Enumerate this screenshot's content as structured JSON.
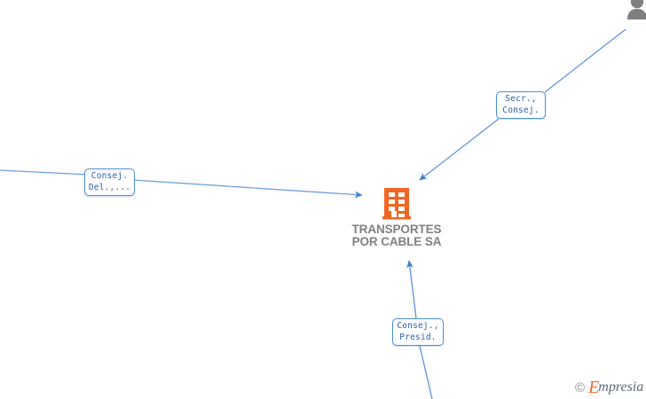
{
  "graph": {
    "center": {
      "icon": "building-icon",
      "name": "TRANSPORTES\nPOR CABLE SA",
      "icon_color": "#ef6c33",
      "name_color": "#808080"
    },
    "edge_color": "#4a8fd4",
    "relations": [
      {
        "id": "rel-left",
        "line1": "Consej.",
        "line2": "Del.,...",
        "direction": "incoming-from-left"
      },
      {
        "id": "rel-top-right",
        "line1": "Secr.,",
        "line2": "Consej.",
        "direction": "incoming-from-top-right"
      },
      {
        "id": "rel-bottom",
        "line1": "Consej.,",
        "line2": "Presid.",
        "direction": "incoming-from-bottom"
      }
    ],
    "person_node": {
      "icon": "person-avatar-icon",
      "color": "#808080"
    }
  },
  "watermark": {
    "copyright": "©",
    "brand_initial": "E",
    "brand_rest": "mpresia",
    "initial_color": "#ef6c33",
    "rest_color": "#5a6a78"
  }
}
